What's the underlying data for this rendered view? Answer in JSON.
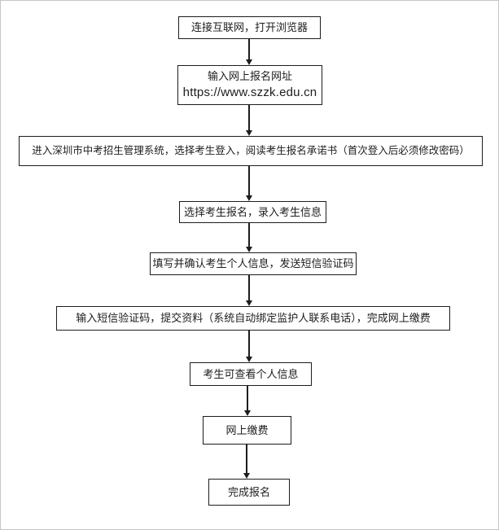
{
  "page": {
    "background": "#ffffff",
    "border_color": "#c6c6c6"
  },
  "flowchart": {
    "type": "flowchart",
    "direction": "top-down",
    "colors": {
      "box_border": "#1d1d1d",
      "text": "#1d1d1d",
      "arrow": "#1d1d1d",
      "box_fill": "#ffffff"
    },
    "nodes": [
      {
        "id": "step-1",
        "label": "连接互联网，打开浏览器"
      },
      {
        "id": "step-2",
        "label": "输入网上报名网址",
        "url": "https://www.szzk.edu.cn"
      },
      {
        "id": "step-3",
        "label": "进入深圳市中考招生管理系统，选择考生登入，阅读考生报名承诺书（首次登入后必须修改密码）"
      },
      {
        "id": "step-4",
        "label": "选择考生报名，录入考生信息"
      },
      {
        "id": "step-5",
        "label": "填写并确认考生个人信息，发送短信验证码"
      },
      {
        "id": "step-6",
        "label": "输入短信验证码，提交资料（系统自动绑定监护人联系电话），完成网上缴费"
      },
      {
        "id": "step-7",
        "label": "考生可查看个人信息"
      },
      {
        "id": "step-8",
        "label": "网上缴费"
      },
      {
        "id": "step-9",
        "label": "完成报名"
      }
    ],
    "edges": [
      {
        "from": "step-1",
        "to": "step-2"
      },
      {
        "from": "step-2",
        "to": "step-3"
      },
      {
        "from": "step-3",
        "to": "step-4"
      },
      {
        "from": "step-4",
        "to": "step-5"
      },
      {
        "from": "step-5",
        "to": "step-6"
      },
      {
        "from": "step-6",
        "to": "step-7"
      },
      {
        "from": "step-7",
        "to": "step-8"
      },
      {
        "from": "step-8",
        "to": "step-9"
      }
    ]
  }
}
